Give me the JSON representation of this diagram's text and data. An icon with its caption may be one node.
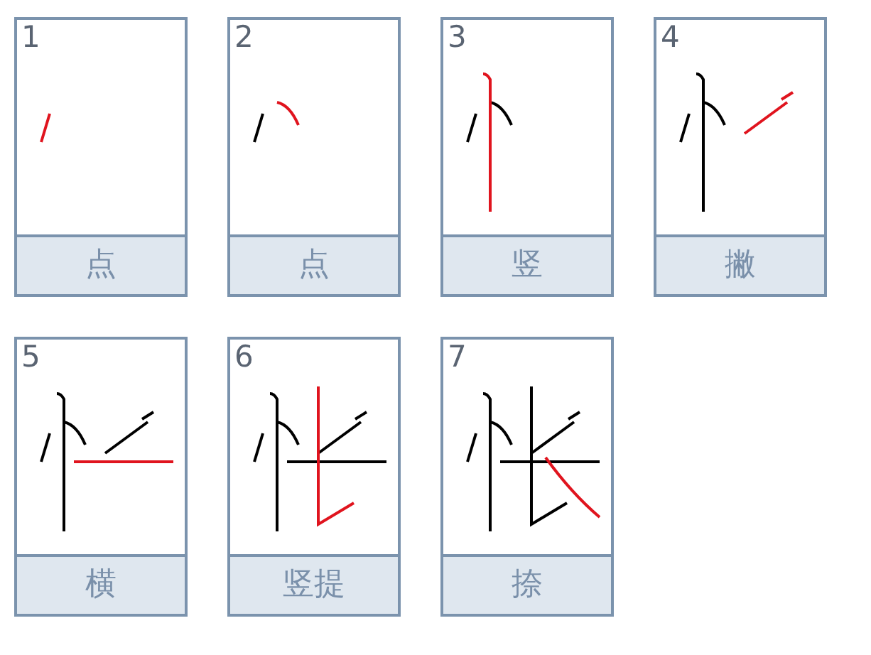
{
  "diagram": {
    "nodes": [
      {
        "text": [
          "1",
          "点"
        ]
      },
      {
        "text": [
          "2",
          "点"
        ]
      },
      {
        "text": [
          "3",
          "竖"
        ]
      },
      {
        "text": [
          "4",
          "撇"
        ]
      },
      {
        "text": [
          "5",
          "横"
        ]
      },
      {
        "text": [
          "6",
          "竖提"
        ]
      },
      {
        "text": [
          "7",
          "捺"
        ]
      }
    ]
  }
}
